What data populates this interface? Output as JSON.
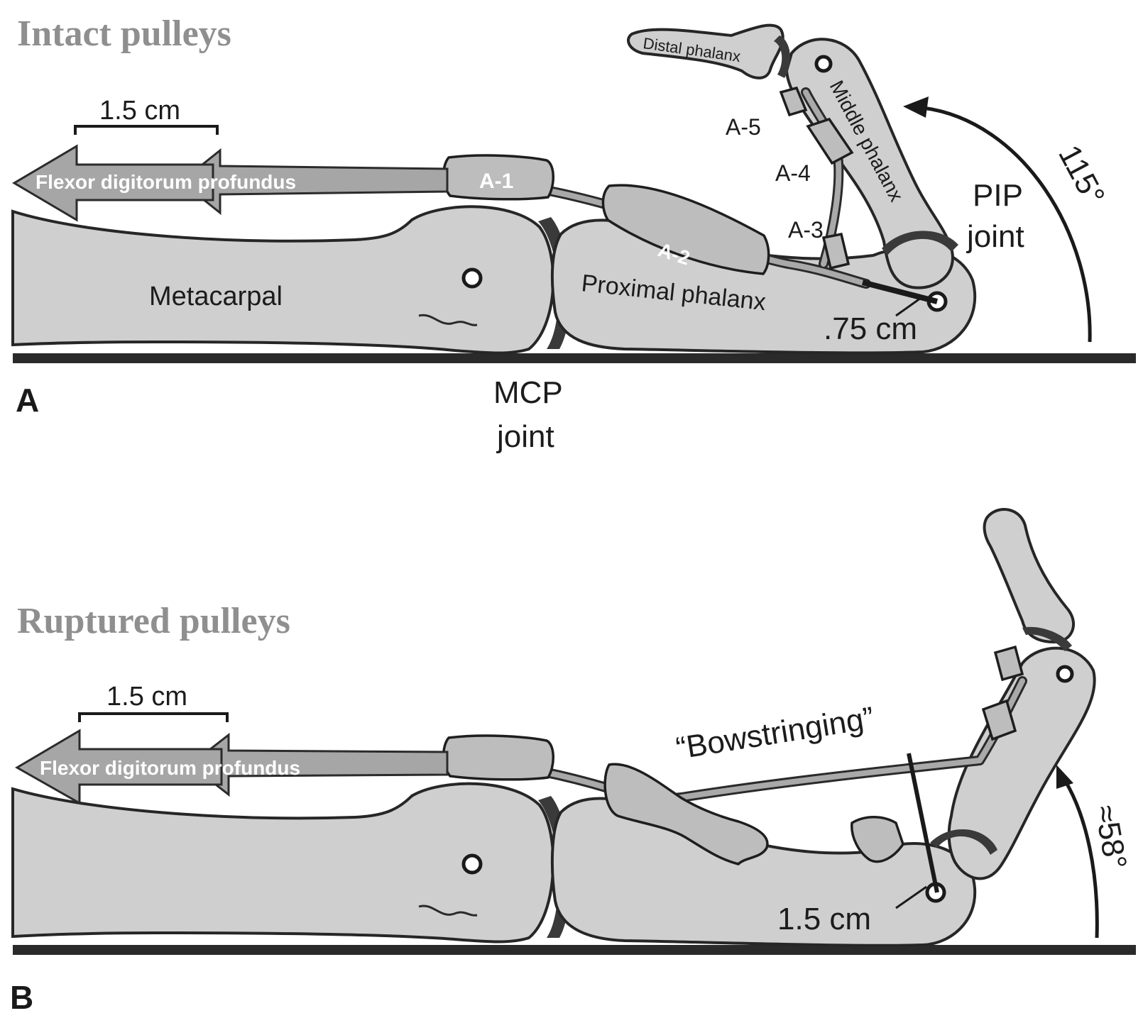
{
  "panel_a": {
    "title": "Intact pulleys",
    "letter": "A",
    "measure_top": "1.5 cm",
    "tendon_label": "Flexor digitorum profundus",
    "pulleys": {
      "a1": "A-1",
      "a2": "A-2",
      "a3": "A-3",
      "a4": "A-4",
      "a5": "A-5"
    },
    "bones": {
      "metacarpal": "Metacarpal",
      "proximal": "Proximal phalanx",
      "middle": "Middle phalanx",
      "distal": "Distal phalanx"
    },
    "moment_arm": ".75 cm",
    "pip_line1": "PIP",
    "pip_line2": "joint",
    "angle": "115°",
    "mcp_line1": "MCP",
    "mcp_line2": "joint"
  },
  "panel_b": {
    "title": "Ruptured pulleys",
    "letter": "B",
    "measure_top": "1.5 cm",
    "tendon_label": "Flexor digitorum profundus",
    "bowstring_label": "“Bowstringing”",
    "moment_arm": "1.5 cm",
    "angle": "≈58°"
  }
}
